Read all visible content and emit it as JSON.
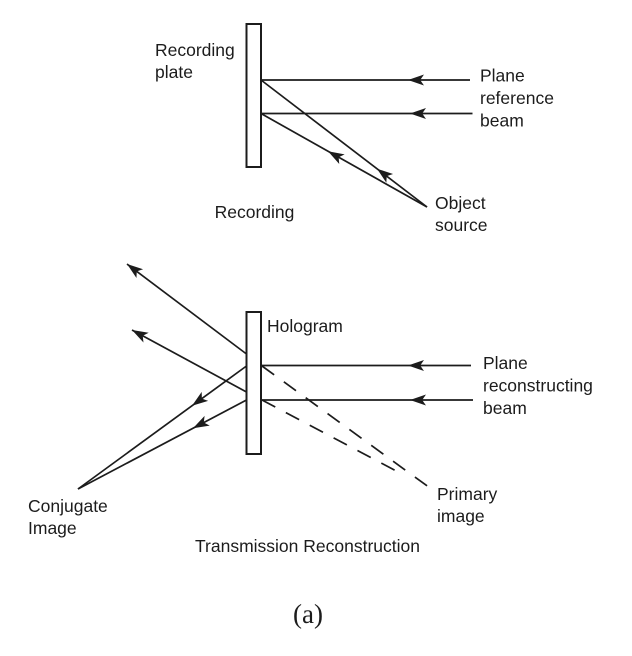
{
  "colors": {
    "ink": "#1c1c1c",
    "background": "#ffffff"
  },
  "recording": {
    "plate_label": [
      "Recording",
      "plate"
    ],
    "beam_label": [
      "Plane",
      "reference",
      "beam"
    ],
    "source_label": [
      "Object",
      "source"
    ],
    "caption": "Recording"
  },
  "reconstruction": {
    "plate_label": "Hologram",
    "beam_label": [
      "Plane",
      "reconstructing",
      "beam"
    ],
    "primary_label": [
      "Primary",
      "image"
    ],
    "conjugate_label": [
      "Conjugate",
      "Image"
    ],
    "caption": "Transmission Reconstruction"
  },
  "figure_caption": "(a)"
}
